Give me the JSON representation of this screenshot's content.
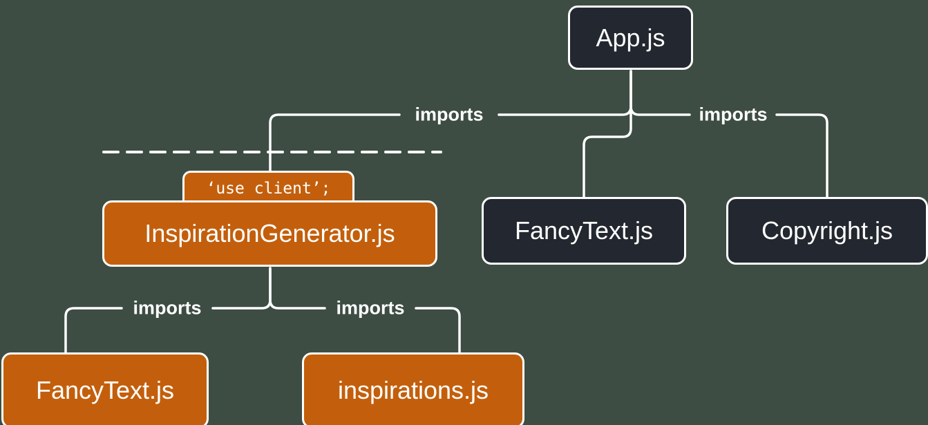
{
  "colors": {
    "background": "#3d4d44",
    "server_box": "#23272f",
    "client_box": "#c35f0c",
    "line": "#ffffff",
    "text": "#ffffff"
  },
  "nodes": {
    "app": {
      "label": "App.js"
    },
    "inspiration_generator": {
      "label": "InspirationGenerator.js",
      "directive": "‘use client’;"
    },
    "fancy_text_top": {
      "label": "FancyText.js"
    },
    "copyright": {
      "label": "Copyright.js"
    },
    "fancy_text_bottom": {
      "label": "FancyText.js"
    },
    "inspirations": {
      "label": "inspirations.js"
    }
  },
  "edges": [
    {
      "from": "App.js",
      "to": "InspirationGenerator.js",
      "label": "imports"
    },
    {
      "from": "App.js",
      "to": "FancyText.js",
      "label": ""
    },
    {
      "from": "App.js",
      "to": "Copyright.js",
      "label": "imports"
    },
    {
      "from": "InspirationGenerator.js",
      "to": "FancyText.js",
      "label": "imports"
    },
    {
      "from": "InspirationGenerator.js",
      "to": "inspirations.js",
      "label": "imports"
    }
  ]
}
